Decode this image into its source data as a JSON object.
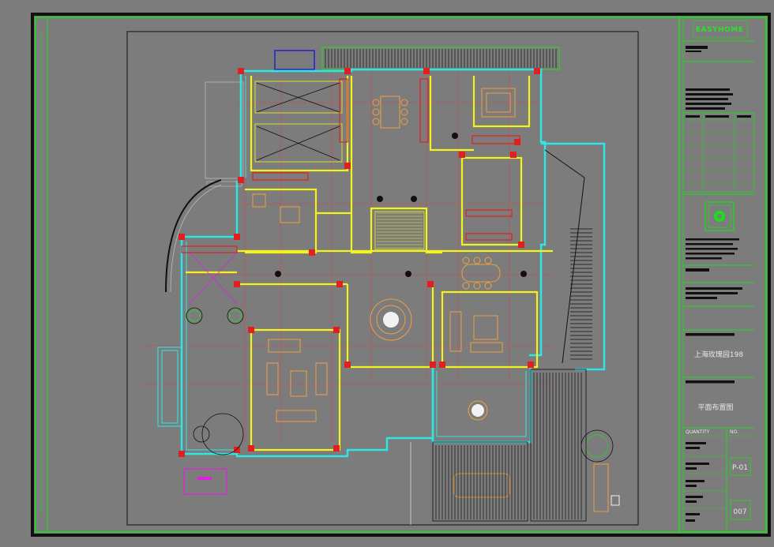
{
  "drawing": {
    "project_name": "上海玫瑰园198",
    "drawing_title": "平面布置图",
    "sheet_code": "P-01",
    "sheet_number": "007",
    "quantity_label": "QUANTITY",
    "no_label": "NO.",
    "brand_name": "EASYHOME"
  },
  "colors": {
    "background": "#7c7c7c",
    "frame_green": "#17e017",
    "wall_cyan": "#2fe6e6",
    "wall_yellow": "#f4f41c",
    "furniture_orange": "#f0a040",
    "accent_red": "#e02020",
    "accent_magenta": "#e020e0",
    "grid_red": "#e04040",
    "black": "#101010",
    "white": "#f2f2f2"
  },
  "icons": [
    "floor-plan-drawing",
    "brand-logo-icon",
    "stamp-logo-icon",
    "north-arrow-icon"
  ]
}
